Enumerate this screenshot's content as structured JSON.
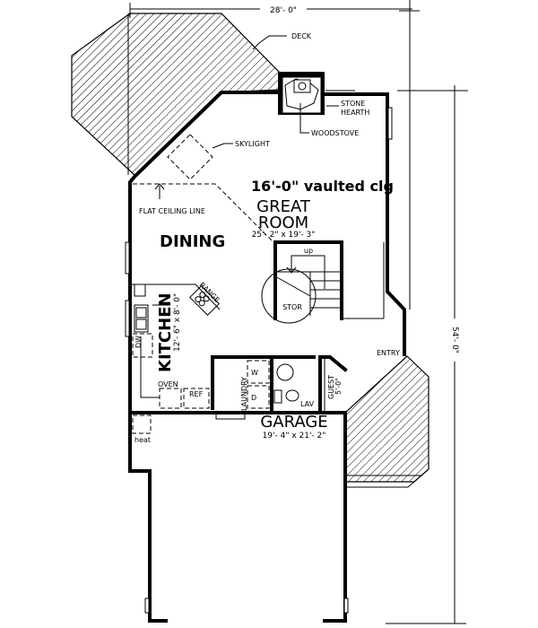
{
  "dimensions": {
    "width": "28'- 0\"",
    "depth": "54'- 0\""
  },
  "annotations": {
    "deck": "DECK",
    "stone_hearth_1": "STONE",
    "stone_hearth_2": "HEARTH",
    "woodstove": "WOODSTOVE",
    "skylight": "SKYLIGHT",
    "vaulted_ceiling": "16'-0\" vaulted clg",
    "flat_ceiling": "FLAT CEILING LINE",
    "stairs_up": "up",
    "entry": "ENTRY",
    "heat": "heat"
  },
  "rooms": {
    "great_room": {
      "name_1": "GREAT",
      "name_2": "ROOM",
      "size": "25'- 2\" x 19'- 3\""
    },
    "dining": {
      "name": "DINING"
    },
    "kitchen": {
      "name": "KITCHEN",
      "size": "12'- 6\" x 8'- 0\""
    },
    "storage": {
      "name": "STOR"
    },
    "laundry": {
      "name": "LAUNDRY"
    },
    "lav": {
      "name": "LAV"
    },
    "guest": {
      "name": "GUEST",
      "size": "5'-0\""
    },
    "garage": {
      "name": "GARAGE",
      "size": "19'- 4\" x 21'- 2\""
    }
  },
  "fixtures": {
    "range": "RANGE",
    "dishwasher": "DW",
    "oven": "OVEN",
    "refrigerator": "REF",
    "washer": "W",
    "dryer": "D"
  }
}
